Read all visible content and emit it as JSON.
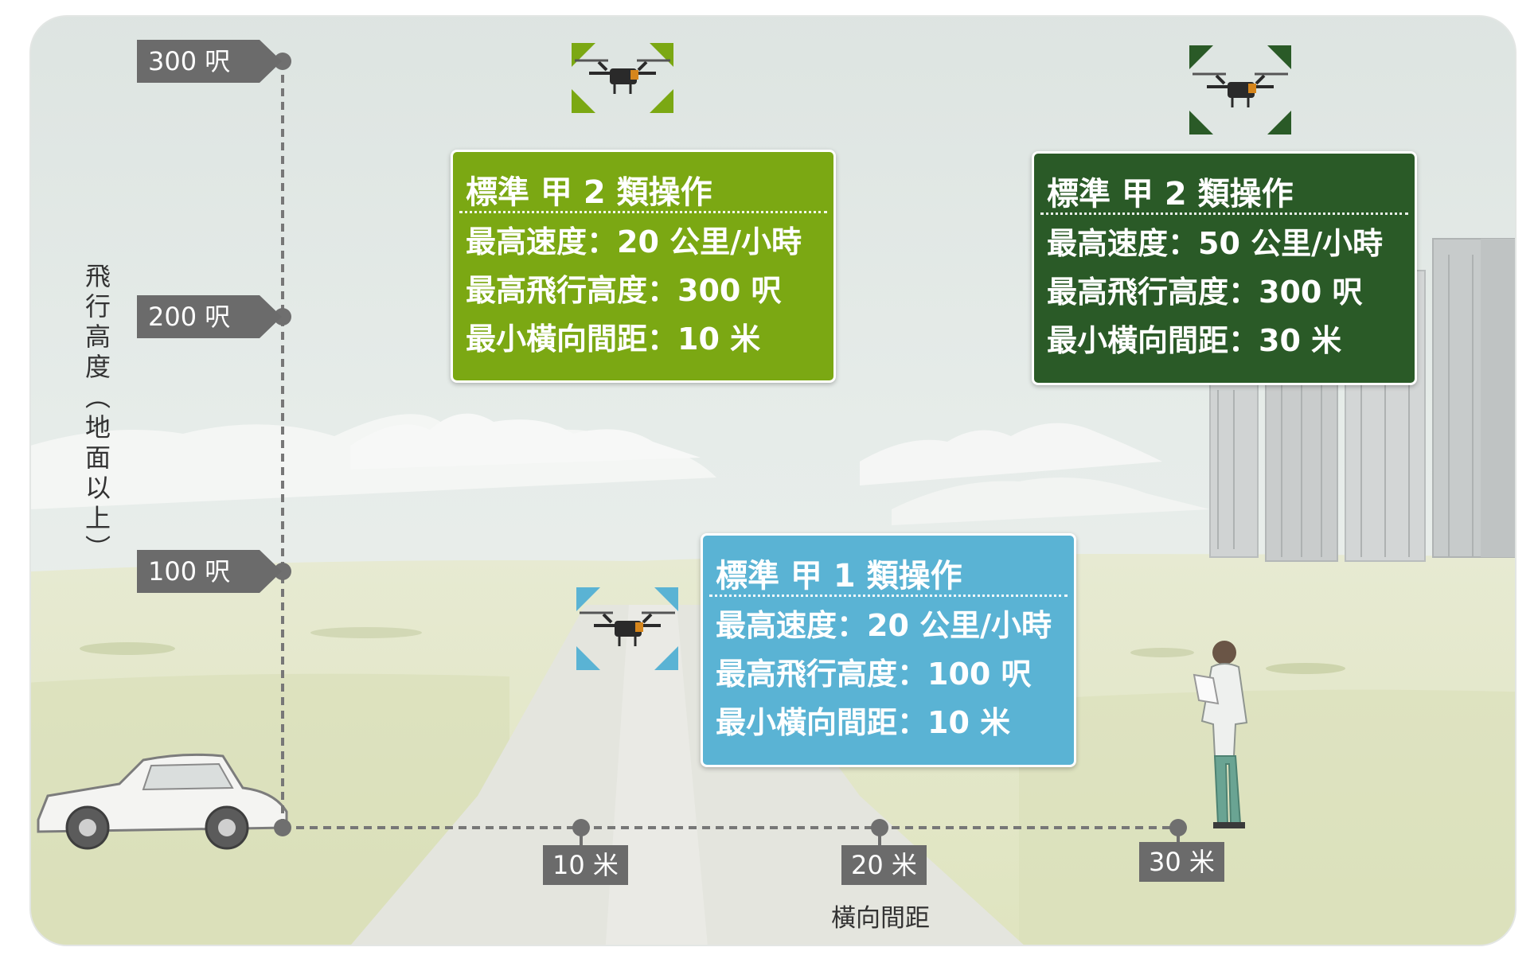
{
  "colors": {
    "card_light_green": "#7ba813",
    "card_dark_green": "#2a5a27",
    "card_blue": "#5ab3d4",
    "tag_gray": "#6b6b6b",
    "axis_gray": "#777777"
  },
  "y_axis": {
    "title": "飛行高度（地面以上）",
    "ticks": [
      {
        "label": "300 呎",
        "value": 300
      },
      {
        "label": "200 呎",
        "value": 200
      },
      {
        "label": "100 呎",
        "value": 100
      }
    ]
  },
  "x_axis": {
    "title": "橫向間距",
    "ticks": [
      {
        "label": "10 米",
        "value": 10
      },
      {
        "label": "20 米",
        "value": 20
      },
      {
        "label": "30 米",
        "value": 30
      }
    ]
  },
  "cards": [
    {
      "title": "標準 甲 2 類操作",
      "rows": [
        "最高速度：20 公里/小時",
        "最高飛行高度：300 呎",
        "最小橫向間距：10 米"
      ]
    },
    {
      "title": "標準 甲 2 類操作",
      "rows": [
        "最高速度：50 公里/小時",
        "最高飛行高度：300 呎",
        "最小橫向間距：30 米"
      ]
    },
    {
      "title": "標準 甲 1 類操作",
      "rows": [
        "最高速度：20 公里/小時",
        "最高飛行高度：100 呎",
        "最小橫向間距：10 米"
      ]
    }
  ],
  "icons": [
    "drone-icon",
    "drone-icon",
    "drone-icon",
    "car-icon",
    "person-icon",
    "building-icon"
  ]
}
